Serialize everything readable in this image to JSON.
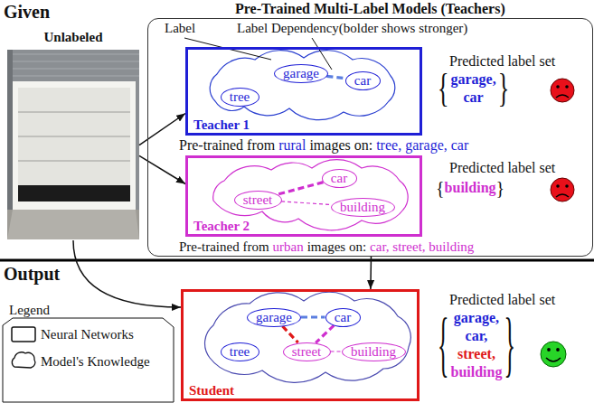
{
  "diagram": {
    "nodes": [
      {
        "text": [
          "Unlabeled"
        ]
      },
      {
        "text": [
          "Pre-Trained Multi-Label Models (Teachers)"
        ]
      },
      {
        "text": [
          "Teacher 1"
        ],
        "in": 1
      },
      {
        "text": [
          "garage"
        ],
        "in": 2
      },
      {
        "text": [
          "car"
        ],
        "in": 2
      },
      {
        "text": [
          "tree"
        ],
        "in": 2
      },
      {
        "text": [
          "Teacher 2"
        ],
        "in": 1
      },
      {
        "text": [
          "car"
        ],
        "in": 6
      },
      {
        "text": [
          "street"
        ],
        "in": 6
      },
      {
        "text": [
          "building"
        ],
        "in": 6
      },
      {
        "text": [
          "Student"
        ]
      },
      {
        "text": [
          "garage"
        ],
        "in": 10
      },
      {
        "text": [
          "car"
        ],
        "in": 10
      },
      {
        "text": [
          "tree"
        ],
        "in": 10
      },
      {
        "text": [
          "street"
        ],
        "in": 10
      },
      {
        "text": [
          "building"
        ],
        "in": 10
      }
    ],
    "edges": [
      {
        "from": 0,
        "to": 2,
        "arrow": "to"
      },
      {
        "from": 0,
        "to": 6,
        "arrow": "to"
      },
      {
        "from": 0,
        "to": 10,
        "arrow": "to"
      },
      {
        "from": 1,
        "to": 10,
        "arrow": "to"
      },
      {
        "from": 3,
        "to": 4,
        "arrow": "none"
      },
      {
        "from": 7,
        "to": 8,
        "arrow": "none"
      },
      {
        "from": 8,
        "to": 9,
        "arrow": "none"
      },
      {
        "from": 11,
        "to": 12,
        "arrow": "none"
      },
      {
        "from": 11,
        "to": 14,
        "arrow": "none"
      },
      {
        "from": 12,
        "to": 14,
        "arrow": "none"
      },
      {
        "from": 14,
        "to": 15,
        "arrow": "none"
      }
    ],
    "labels": [
      "Given",
      "Label",
      "Label Dependency(bolder shows stronger)",
      "Predicted label set",
      "{",
      "garage,",
      "car",
      "}",
      "Pre-trained from",
      "rural",
      "images on:",
      "tree, garage, car",
      "Predicted label set",
      "{",
      "building",
      "}",
      "Pre-trained from",
      "urban",
      "images on:",
      "car, street, building",
      "Output",
      "Legend",
      "Predicted label set",
      "{",
      "garage,",
      "car,",
      "street,",
      "building",
      "}"
    ],
    "legend": [
      {
        "text": "Neural Networks"
      },
      {
        "text": "Model's Knowledge"
      }
    ]
  }
}
